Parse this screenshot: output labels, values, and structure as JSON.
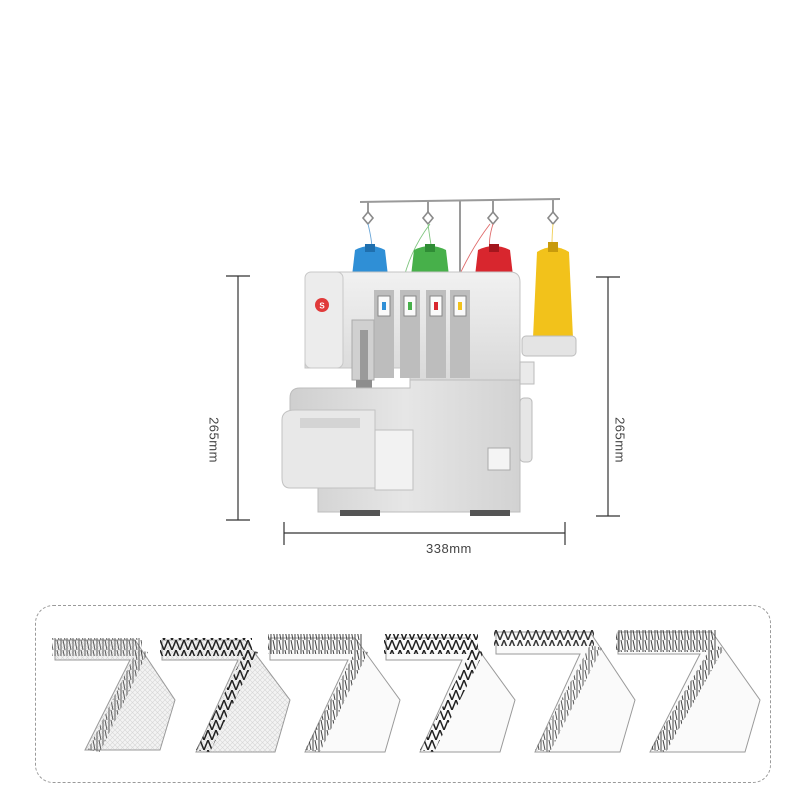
{
  "product": {
    "brand_badge": "S",
    "thread_colors": [
      "#2f8fd6",
      "#47b04a",
      "#d8262e",
      "#f2c21b"
    ],
    "body_color": "#dcdcdc"
  },
  "dimensions": {
    "height_left": "265mm",
    "height_right": "265mm",
    "width_bottom": "338mm"
  },
  "stitch_samples": {
    "count": 6,
    "items": [
      "stitch-sample-1",
      "stitch-sample-2",
      "stitch-sample-3",
      "stitch-sample-4",
      "stitch-sample-5",
      "stitch-sample-6"
    ]
  }
}
